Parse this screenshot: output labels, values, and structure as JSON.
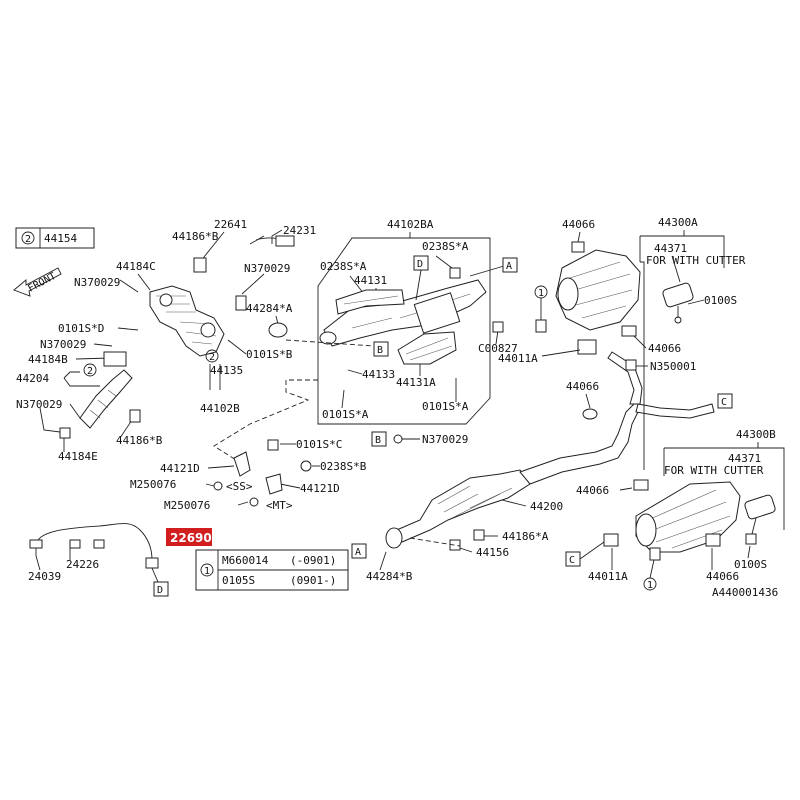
{
  "parts": {
    "p44154": "44154",
    "front": "FRONT",
    "p22641": "22641",
    "p24231": "24231",
    "p44186B_1": "44186*B",
    "p44184C": "44184C",
    "pN370029_1": "N370029",
    "pN370029_2": "N370029",
    "pN370029_3": "N370029",
    "pN370029_4": "N370029",
    "pN370029_5": "N370029",
    "p44284A_1": "44284*A",
    "p0101SD": "0101S*D",
    "p0101SB": "0101S*B",
    "p44184B": "44184B",
    "p44204": "44204",
    "p44135": "44135",
    "p44102B": "44102B",
    "p44186B_2": "44186*B",
    "p44184E": "44184E",
    "p44102BA": "44102BA",
    "p0238SA_1": "0238S*A",
    "p0238SA_2": "0238S*A",
    "p44131": "44131",
    "p44133": "44133",
    "p44131A": "44131A",
    "p0101SA_1": "0101S*A",
    "p0101SA_2": "0101S*A",
    "pC00827": "C00827",
    "p0101SC": "0101S*C",
    "p0238SB": "0238S*B",
    "p44121D_1": "44121D",
    "p44121D_2": "44121D",
    "pM250076_1": "M250076",
    "pM250076_2": "M250076",
    "ss": "<SS>",
    "mt": "<MT>",
    "p22690": "22690",
    "p24226": "24226",
    "p24039": "24039",
    "p44200": "44200",
    "p44186A": "44186*A",
    "p44156": "44156",
    "p44284B": "44284*B",
    "p44066_1": "44066",
    "p44066_2": "44066",
    "p44066_3": "44066",
    "p44066_4": "44066",
    "p44066_5": "44066",
    "p44300A": "44300A",
    "p44371_1": "44371",
    "p44371_2": "44371",
    "for_with_cutter_1": "FOR WITH CUTTER",
    "for_with_cutter_2": "FOR WITH CUTTER",
    "p0100S_1": "0100S",
    "p0100S_2": "0100S",
    "p44011A_1": "44011A",
    "p44011A_2": "44011A",
    "pN350001": "N350001",
    "p44300B": "44300B",
    "ref_code": "A440001436"
  },
  "callouts": {
    "A": "A",
    "B": "B",
    "C": "C",
    "D": "D",
    "one": "1",
    "two": "2"
  },
  "table": {
    "rows": [
      {
        "part": "M660014",
        "range": "(-0901)"
      },
      {
        "part": "0105S",
        "range": "(0901-)"
      }
    ]
  }
}
